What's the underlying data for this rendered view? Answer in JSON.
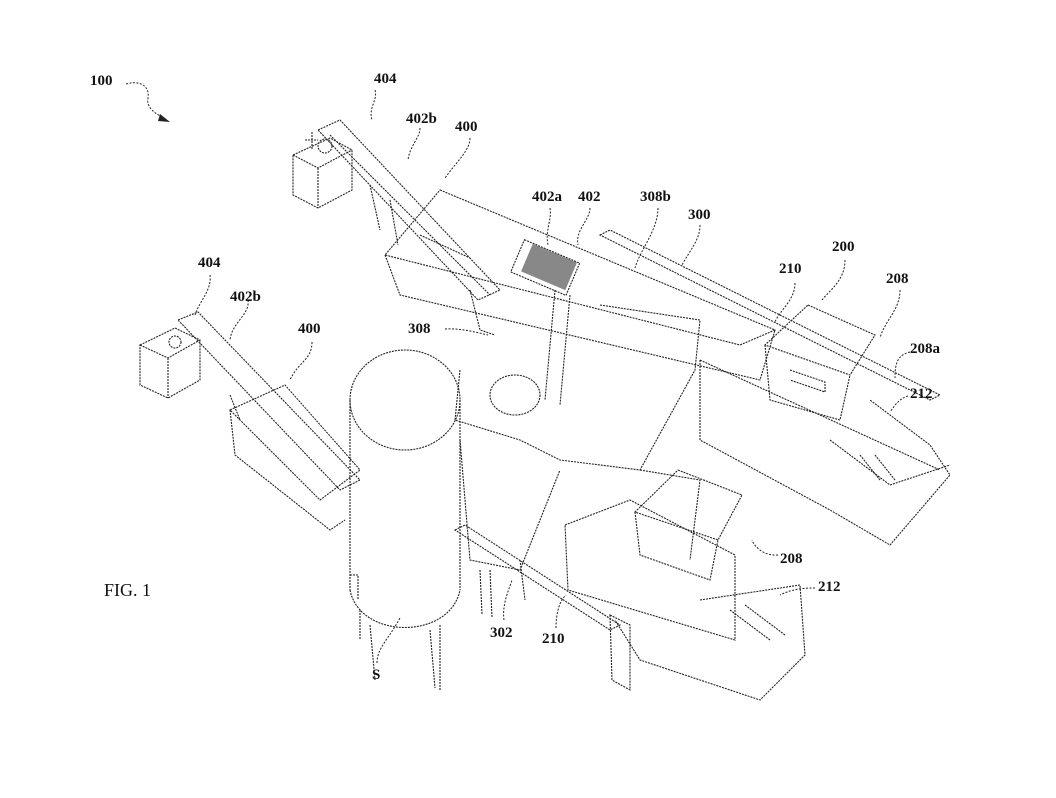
{
  "figure": {
    "title": "FIG. 1",
    "labels": {
      "system": "100",
      "stand_left_top": "404",
      "belt_top": "402b",
      "conveyor_top": "400",
      "roller": "402a",
      "conveyor_body": "402",
      "arm_b": "308b",
      "sorter": "300",
      "bin_unit": "200",
      "chute_top": "210",
      "hopper_top": "208",
      "hopper_lip": "208a",
      "tray_top": "212",
      "stand_left_bottom": "404",
      "belt_bottom": "402b",
      "conveyor_bottom": "400",
      "arm": "308",
      "hopper_bottom": "208",
      "tray_bottom": "212",
      "leg": "302",
      "chute_bottom": "210",
      "silo": "S"
    }
  }
}
